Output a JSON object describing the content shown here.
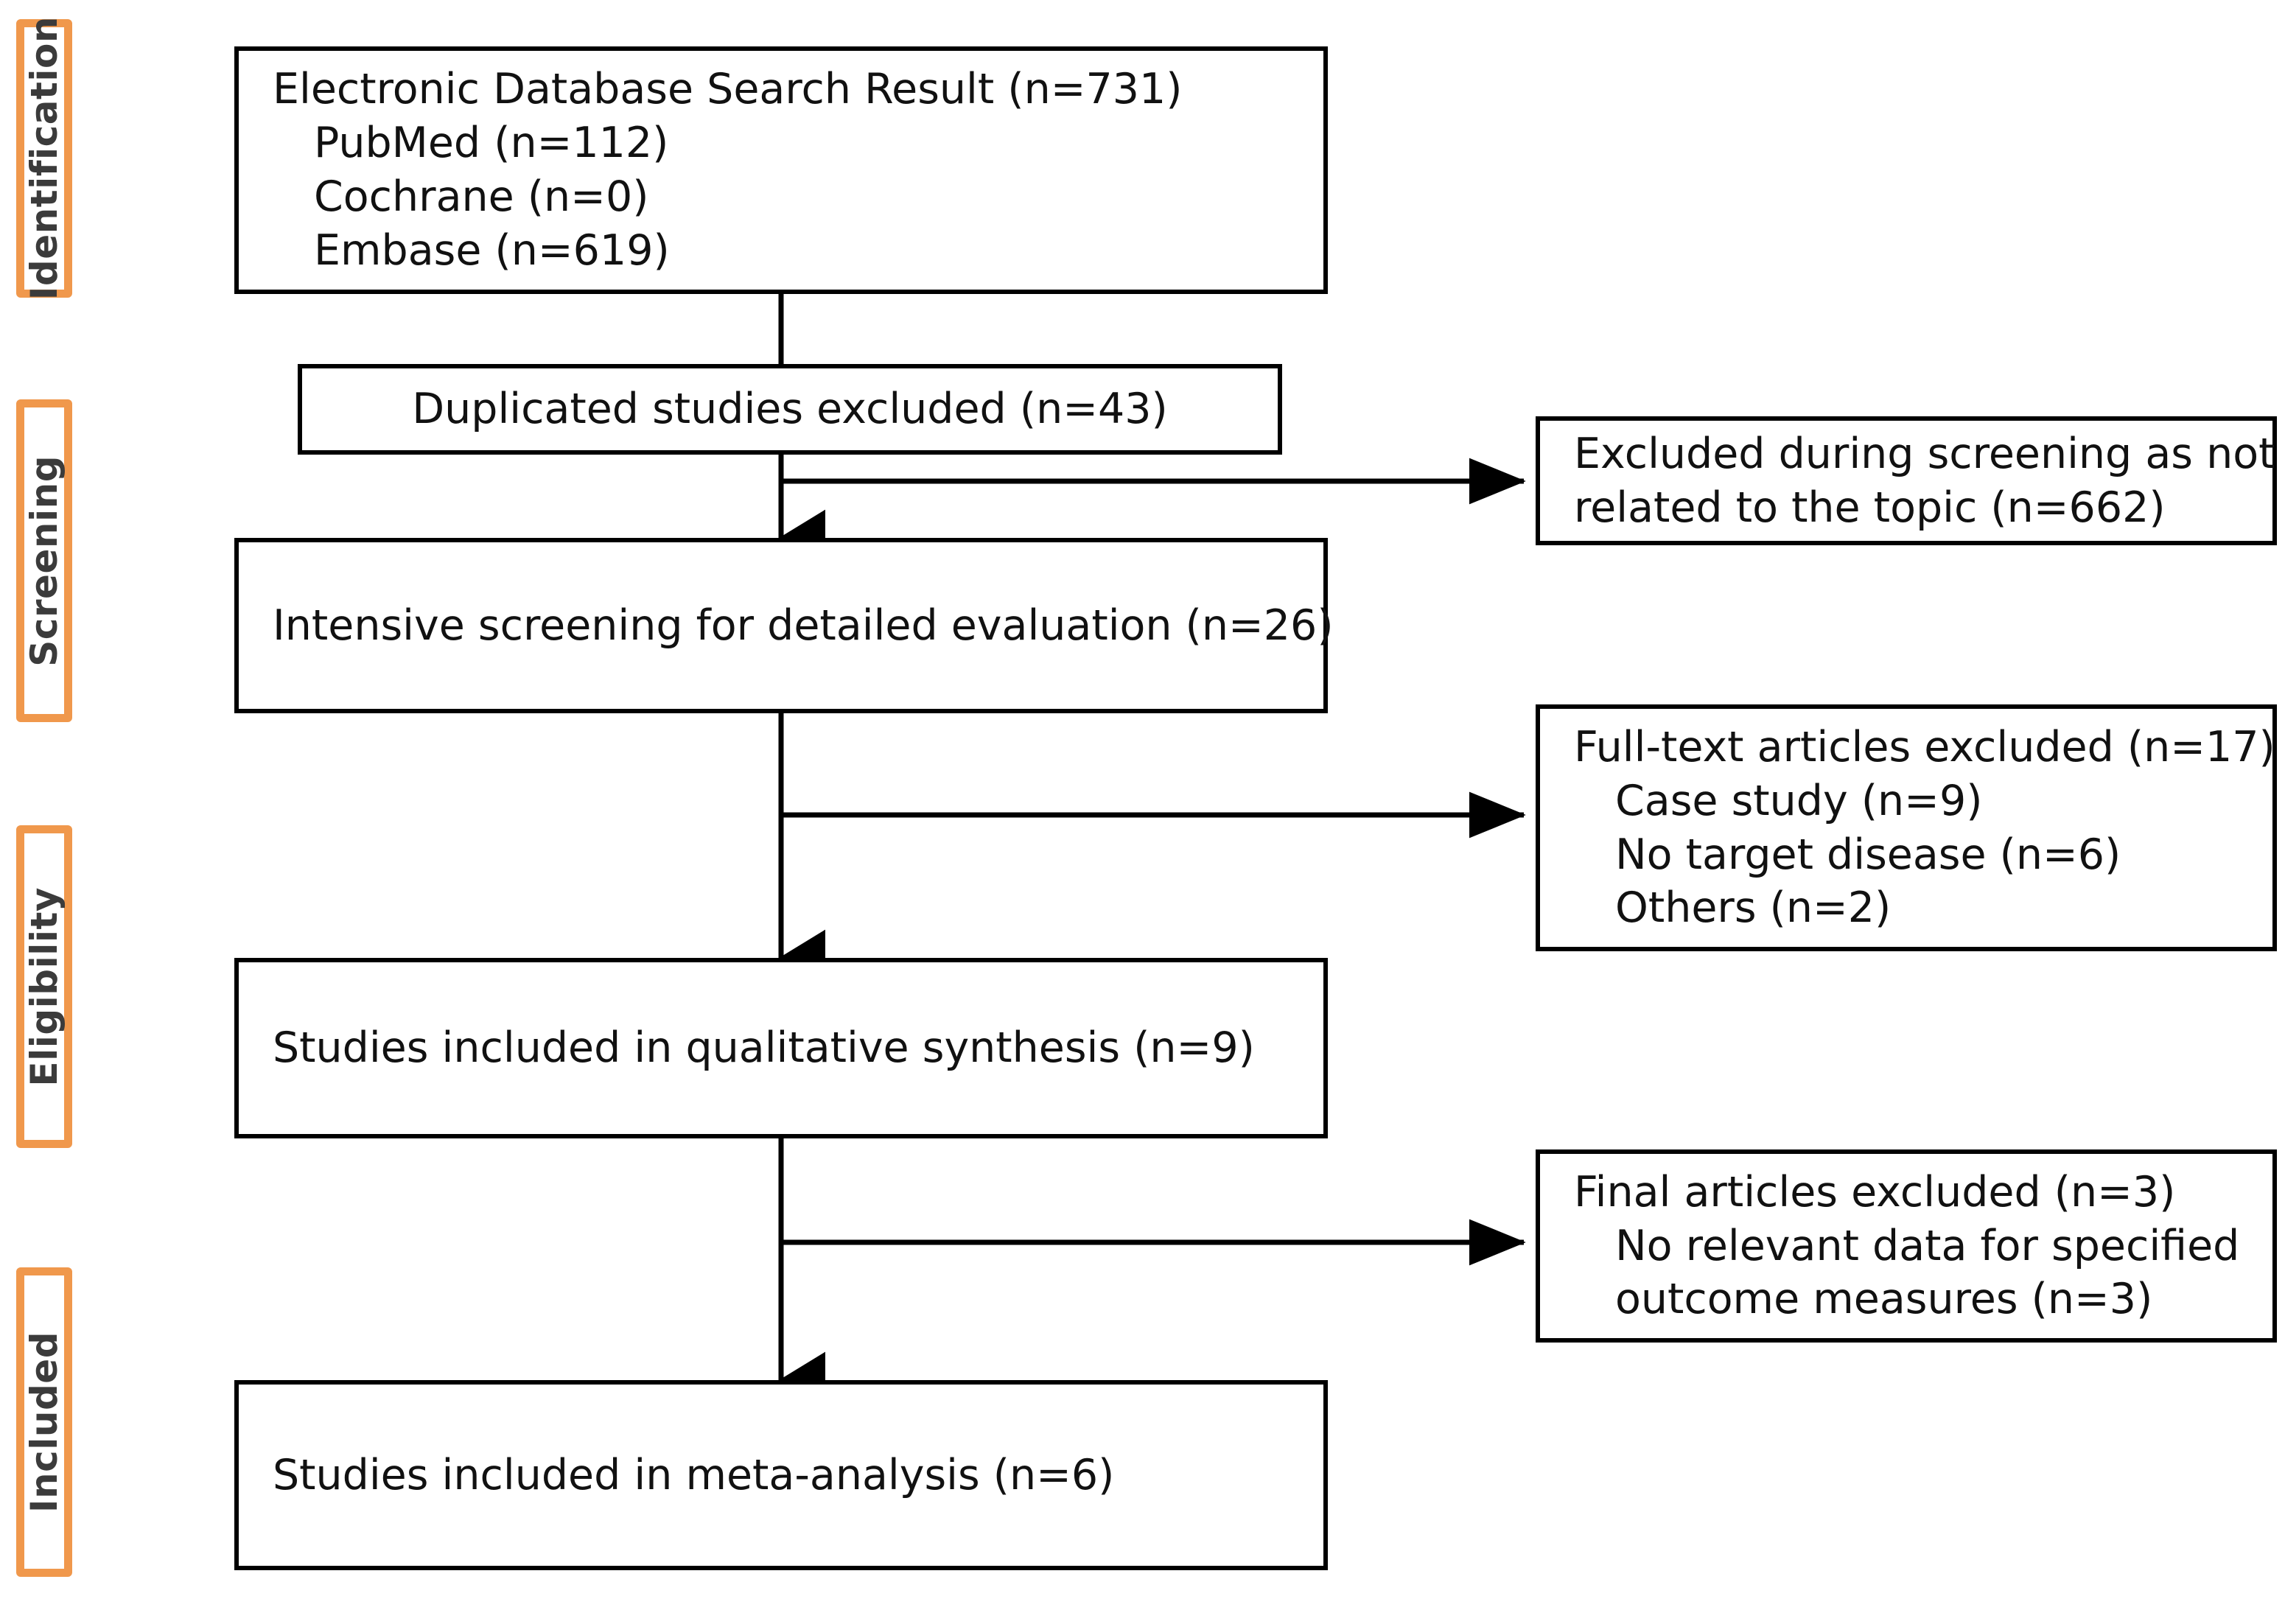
{
  "diagram": {
    "type": "prisma-flow-diagram",
    "accent_color": "#F0984C",
    "box_border_color": "#000000",
    "text_color": "#111111",
    "background": "#ffffff"
  },
  "phases": [
    {
      "key": "identification",
      "label": "Identification"
    },
    {
      "key": "screening",
      "label": "Screening"
    },
    {
      "key": "eligibility",
      "label": "Eligibility"
    },
    {
      "key": "included",
      "label": "Included"
    }
  ],
  "boxes": {
    "search_results": {
      "lines": [
        "Electronic Database Search Result (n=731)",
        "PubMed (n=112)",
        "Cochrane (n=0)",
        "Embase (n=619)"
      ]
    },
    "duplicates_excluded": {
      "lines": [
        "Duplicated studies excluded (n=43)"
      ]
    },
    "screening_excluded": {
      "lines": [
        "Excluded during screening as not",
        "related to the topic (n=662)"
      ]
    },
    "intensive_screening": {
      "lines": [
        "Intensive screening for detailed evaluation (n=26)"
      ]
    },
    "fulltext_excluded": {
      "lines": [
        "Full-text articles excluded (n=17)",
        "Case study (n=9)",
        "No target disease (n=6)",
        "Others (n=2)"
      ]
    },
    "qualitative_synthesis": {
      "lines": [
        "Studies included in qualitative synthesis (n=9)"
      ]
    },
    "final_excluded": {
      "lines": [
        "Final articles excluded (n=3)",
        "No relevant data for specified",
        "outcome measures (n=3)"
      ]
    },
    "meta_analysis": {
      "lines": [
        "Studies included in meta-analysis (n=6)"
      ]
    }
  },
  "counts": {
    "total_search_results": 731,
    "pubmed": 112,
    "cochrane": 0,
    "embase": 619,
    "duplicates_excluded": 43,
    "screening_excluded": 662,
    "intensive_screening": 26,
    "fulltext_excluded_total": 17,
    "fulltext_excluded_case_study": 9,
    "fulltext_excluded_no_target_disease": 6,
    "fulltext_excluded_others": 2,
    "qualitative_synthesis": 9,
    "final_excluded_total": 3,
    "final_excluded_no_relevant_data": 3,
    "meta_analysis": 6
  }
}
